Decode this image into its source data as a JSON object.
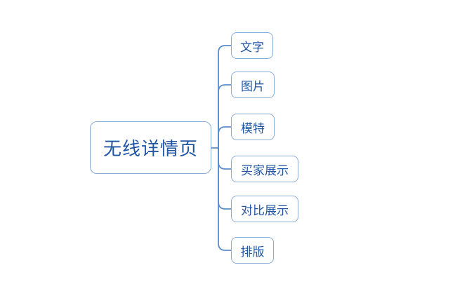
{
  "diagram": {
    "root": {
      "label": "无线详情页"
    },
    "children": [
      {
        "label": "文字"
      },
      {
        "label": "图片"
      },
      {
        "label": "模特"
      },
      {
        "label": "买家展示"
      },
      {
        "label": "对比展示"
      },
      {
        "label": "排版"
      }
    ]
  },
  "colors": {
    "background": "#ffffff",
    "node_border": "#8aabd6",
    "connector": "#5b8ec9",
    "text": "#2156a5"
  }
}
